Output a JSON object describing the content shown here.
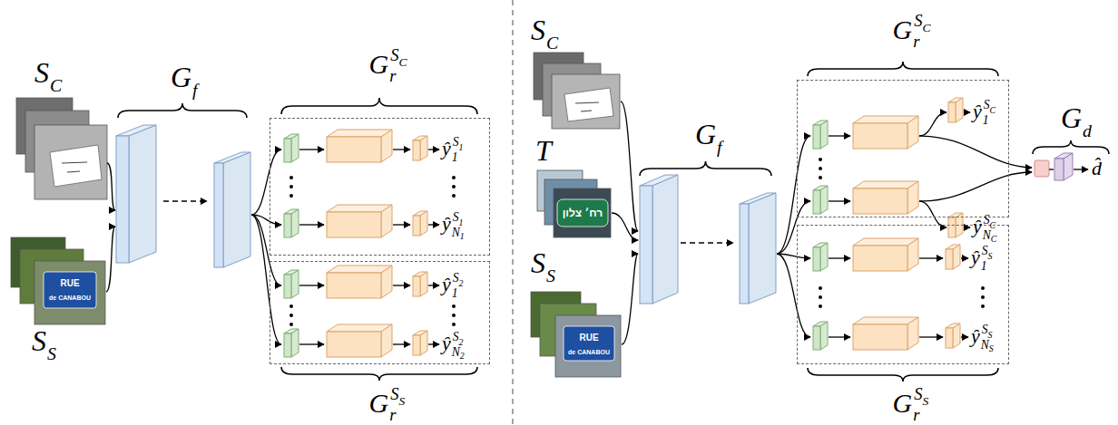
{
  "diagram": {
    "nodes": [
      {
        "text": [
          "G",
          "r",
          "S",
          "C"
        ]
      },
      {
        "text": [
          "G",
          "r",
          "S",
          "S"
        ]
      },
      {
        "text": [
          "G",
          "r",
          "S",
          "C"
        ]
      },
      {
        "text": [
          "G",
          "r",
          "S",
          "S"
        ]
      }
    ],
    "labels": [
      "S",
      "C",
      "RUE",
      "de CANABOU",
      "S",
      "S",
      "G",
      "f",
      "ŷ",
      "1",
      "S",
      "1",
      "ŷ",
      "N",
      "1",
      "S",
      "1",
      "ŷ",
      "1",
      "S",
      "2",
      "ŷ",
      "N",
      "2",
      "S",
      "2",
      "S",
      "C",
      "T",
      "רח׳ צלון",
      "S",
      "S",
      "RUE",
      "de CANABOU",
      "G",
      "f",
      "ŷ",
      "1",
      "S",
      "C",
      "ŷ",
      "N",
      "C",
      "S",
      "C",
      "ŷ",
      "1",
      "S",
      "S",
      "ŷ",
      "N",
      "S",
      "S",
      "S",
      "G",
      "d",
      "d̂"
    ]
  }
}
